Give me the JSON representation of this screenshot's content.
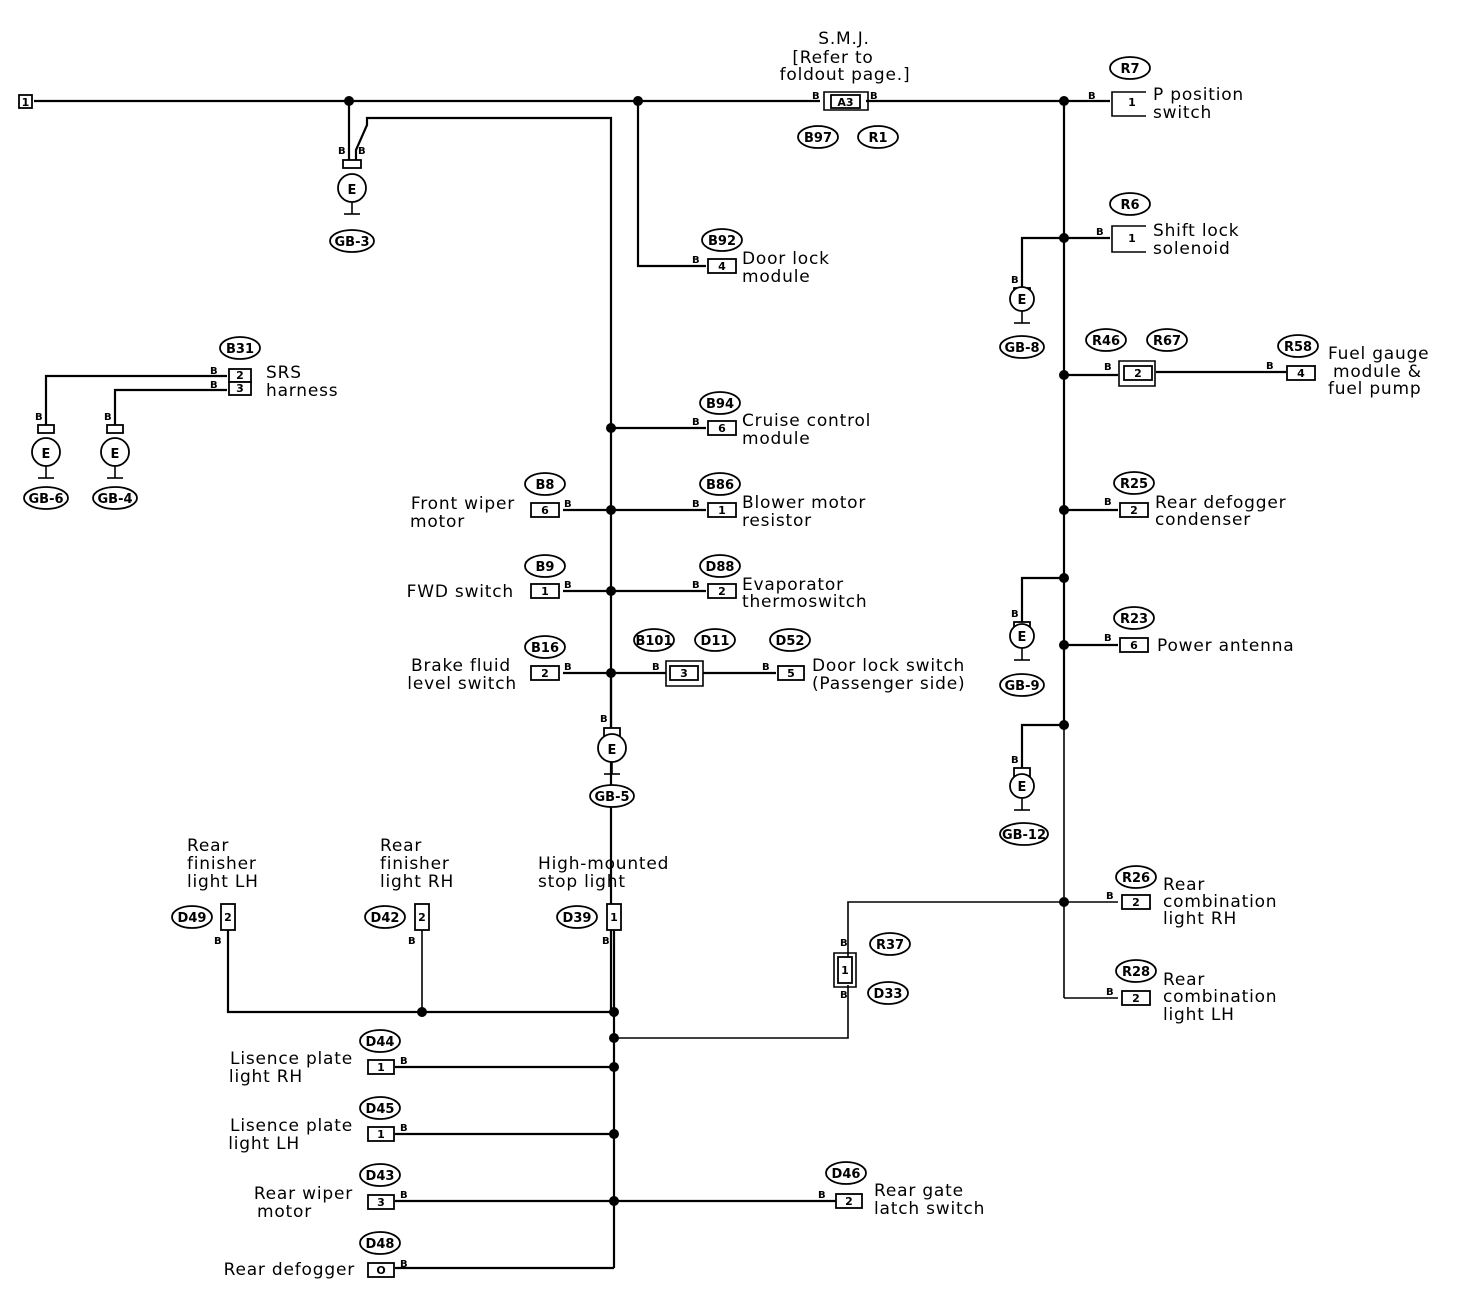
{
  "wire_color": "B",
  "ground_symbol": "E",
  "start_terminal": "1",
  "smj": {
    "title": "S.M.J.",
    "note_line1": "[Refer to",
    "note_line2": "foldout page.]",
    "pin": "A3",
    "tag_left": "B97",
    "tag_right": "R1"
  },
  "grounds": {
    "gb3": "GB-3",
    "gb6": "GB-6",
    "gb4": "GB-4",
    "gb5": "GB-5",
    "gb8": "GB-8",
    "gb9": "GB-9",
    "gb12": "GB-12"
  },
  "components": {
    "p_position": {
      "tag": "R7",
      "pin": "1",
      "line1": "P position",
      "line2": "switch"
    },
    "shift_lock": {
      "tag": "R6",
      "pin": "1",
      "line1": "Shift lock",
      "line2": "solenoid"
    },
    "door_lock_module": {
      "tag": "B92",
      "pin": "4",
      "line1": "Door lock",
      "line2": "module"
    },
    "srs": {
      "tag": "B31",
      "pin_a": "2",
      "pin_b": "3",
      "line1": "SRS",
      "line2": "harness"
    },
    "joint_r46": {
      "tag_left": "R46",
      "tag_right": "R67",
      "pin": "2"
    },
    "fuel_gauge": {
      "tag": "R58",
      "pin": "4",
      "line1": "Fuel gauge",
      "line2": "module &",
      "line3": "fuel pump"
    },
    "cruise": {
      "tag": "B94",
      "pin": "6",
      "line1": "Cruise control",
      "line2": "module"
    },
    "front_wiper": {
      "tag": "B8",
      "pin": "6",
      "line1": "Front wiper",
      "line2": "motor"
    },
    "blower": {
      "tag": "B86",
      "pin": "1",
      "line1": "Blower motor",
      "line2": "resistor"
    },
    "rear_defogger_condenser": {
      "tag": "R25",
      "pin": "2",
      "line1": "Rear defogger",
      "line2": "condenser"
    },
    "fwd_switch": {
      "tag": "B9",
      "pin": "1",
      "line1": "FWD switch"
    },
    "evaporator": {
      "tag": "D88",
      "pin": "2",
      "line1": "Evaporator",
      "line2": "thermoswitch"
    },
    "power_antenna": {
      "tag": "R23",
      "pin": "6",
      "line1": "Power antenna"
    },
    "brake_fluid": {
      "tag": "B16",
      "pin": "2",
      "line1": "Brake fluid",
      "line2": "level switch"
    },
    "joint_b101": {
      "tag_left": "B101",
      "tag_right": "D11",
      "pin": "3"
    },
    "door_lock_switch": {
      "tag": "D52",
      "pin": "5",
      "line1": "Door lock switch",
      "line2": "(Passenger side)"
    },
    "rear_finisher_lh": {
      "tag": "D49",
      "pin": "2",
      "line1": "Rear",
      "line2": "finisher",
      "line3": "light LH"
    },
    "rear_finisher_rh": {
      "tag": "D42",
      "pin": "2",
      "line1": "Rear",
      "line2": "finisher",
      "line3": "light RH"
    },
    "high_mounted": {
      "tag": "D39",
      "pin": "1",
      "line1": "High-mounted",
      "line2": "stop light"
    },
    "joint_r37": {
      "tag_top": "R37",
      "tag_bottom": "D33",
      "pin": "1"
    },
    "rear_combo_rh": {
      "tag": "R26",
      "pin": "2",
      "line1": "Rear",
      "line2": "combination",
      "line3": "light RH"
    },
    "rear_combo_lh": {
      "tag": "R28",
      "pin": "2",
      "line1": "Rear",
      "line2": "combination",
      "line3": "light LH"
    },
    "license_rh": {
      "tag": "D44",
      "pin": "1",
      "line1": "Lisence plate",
      "line2": "light RH"
    },
    "license_lh": {
      "tag": "D45",
      "pin": "1",
      "line1": "Lisence plate",
      "line2": "light LH"
    },
    "rear_wiper": {
      "tag": "D43",
      "pin": "3",
      "line1": "Rear wiper",
      "line2": "motor"
    },
    "rear_gate": {
      "tag": "D46",
      "pin": "2",
      "line1": "Rear gate",
      "line2": "latch switch"
    },
    "rear_defogger": {
      "tag": "D48",
      "pin": "O",
      "line1": "Rear defogger"
    }
  }
}
